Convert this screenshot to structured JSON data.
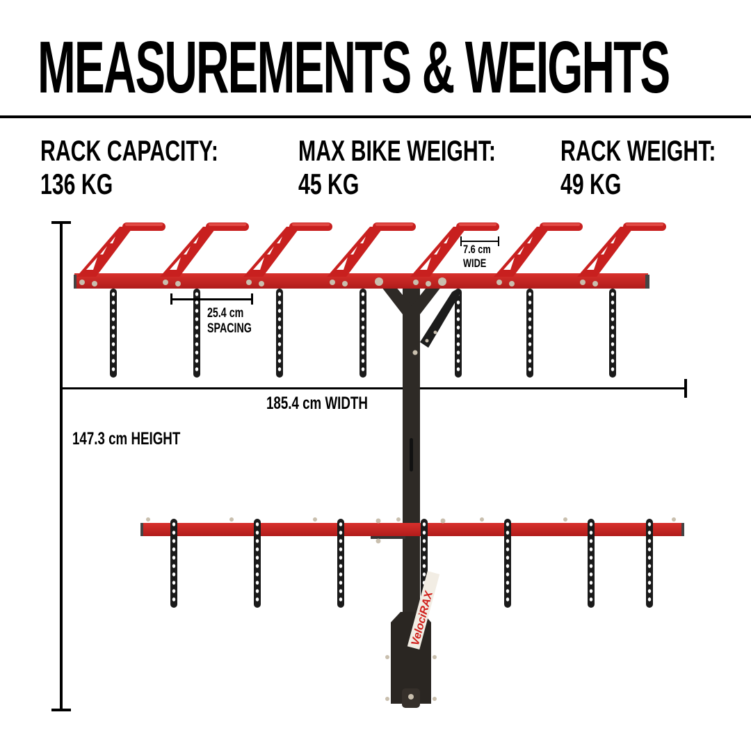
{
  "title": "MEASUREMENTS & WEIGHTS",
  "stats": [
    {
      "label": "RACK CAPACITY:",
      "value": "136 KG"
    },
    {
      "label": "MAX BIKE WEIGHT:",
      "value": "45 KG"
    },
    {
      "label": "RACK WEIGHT:",
      "value": "49 KG"
    }
  ],
  "annotations": {
    "tray_width_value": "7.6 cm",
    "tray_width_label": "WIDE",
    "spacing_value": "25.4 cm",
    "spacing_label": "SPACING",
    "width": "185.4 cm WIDTH",
    "height": "147.3 cm HEIGHT"
  },
  "product": {
    "brand": "VelociRAX",
    "bike_slots": 7,
    "colors": {
      "frame_red": "#c8201f",
      "mast_dark": "#2e2a26",
      "strap_black": "#1a1a1a",
      "bolt": "#c9bfae"
    }
  }
}
